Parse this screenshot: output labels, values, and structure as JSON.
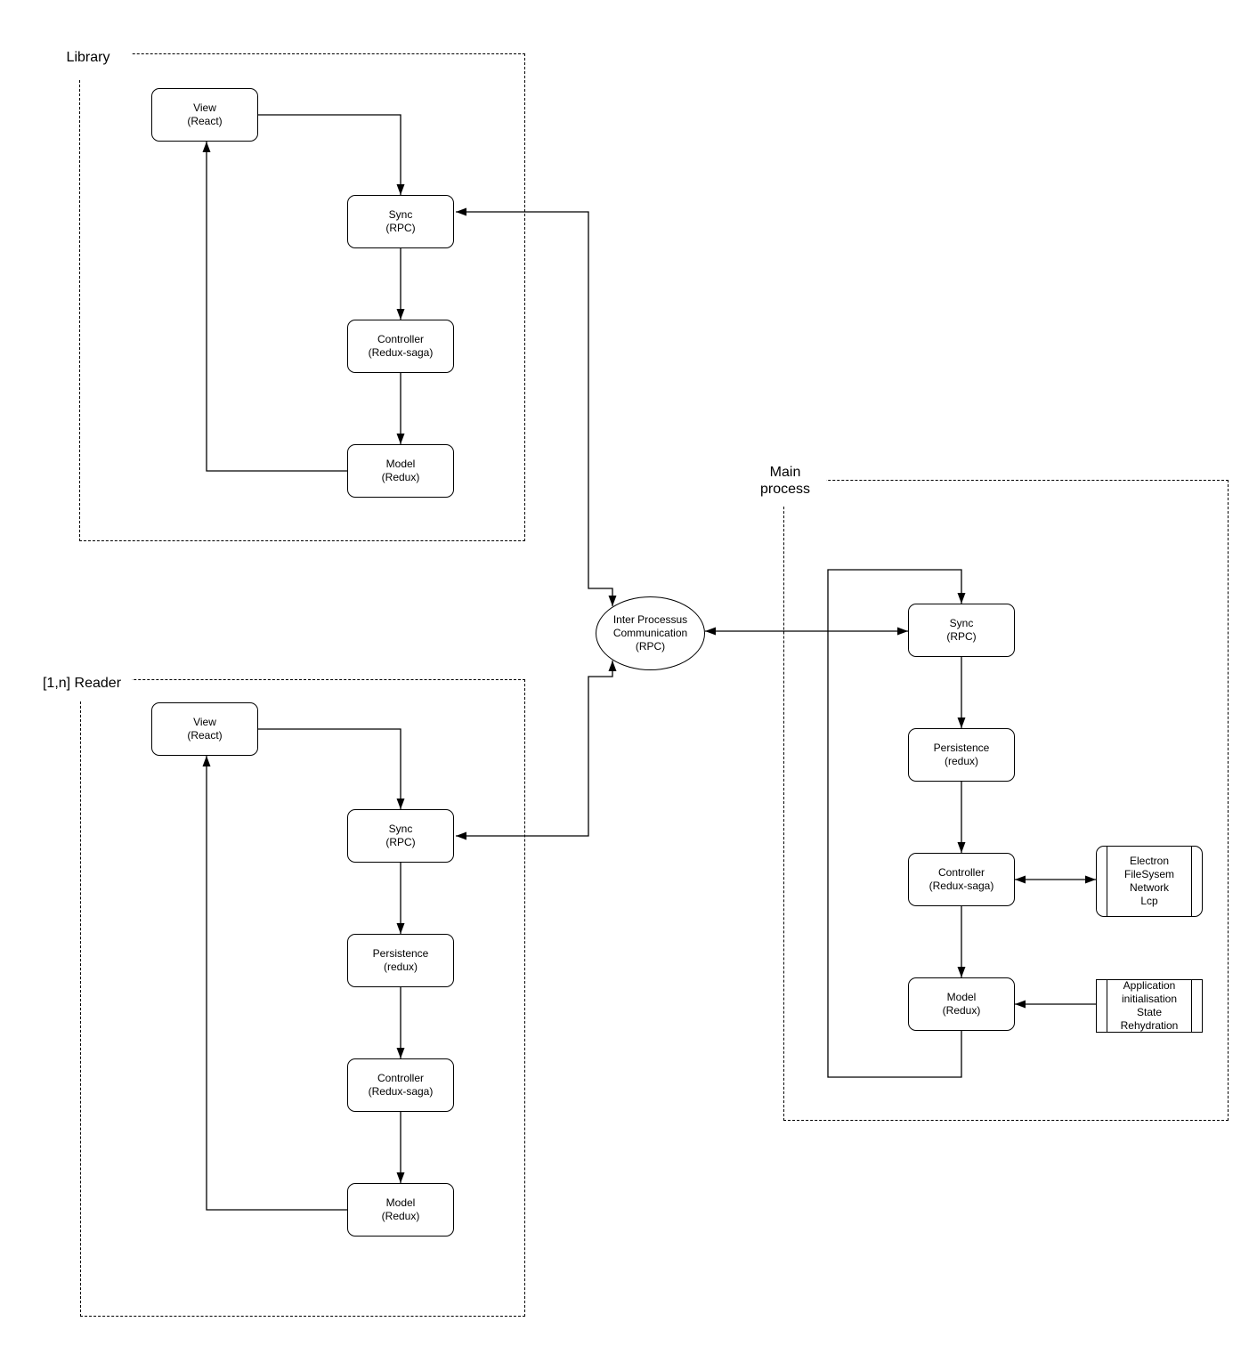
{
  "groups": {
    "library": {
      "label": "Library"
    },
    "reader": {
      "label": "[1,n] Reader"
    },
    "main": {
      "label_line1": "Main",
      "label_line2": "process"
    }
  },
  "ipc": {
    "lines": [
      "Inter Processus",
      "Communication",
      "(RPC)"
    ]
  },
  "library_nodes": {
    "view": {
      "lines": [
        "View",
        "(React)"
      ]
    },
    "sync": {
      "lines": [
        "Sync",
        "(RPC)"
      ]
    },
    "controller": {
      "lines": [
        "Controller",
        "(Redux-saga)"
      ]
    },
    "model": {
      "lines": [
        "Model",
        "(Redux)"
      ]
    }
  },
  "reader_nodes": {
    "view": {
      "lines": [
        "View",
        "(React)"
      ]
    },
    "sync": {
      "lines": [
        "Sync",
        "(RPC)"
      ]
    },
    "persistence": {
      "lines": [
        "Persistence",
        "(redux)"
      ]
    },
    "controller": {
      "lines": [
        "Controller",
        "(Redux-saga)"
      ]
    },
    "model": {
      "lines": [
        "Model",
        "(Redux)"
      ]
    }
  },
  "main_nodes": {
    "sync": {
      "lines": [
        "Sync",
        "(RPC)"
      ]
    },
    "persistence": {
      "lines": [
        "Persistence",
        "(redux)"
      ]
    },
    "controller": {
      "lines": [
        "Controller",
        "(Redux-saga)"
      ]
    },
    "model": {
      "lines": [
        "Model",
        "(Redux)"
      ]
    },
    "electron": {
      "lines": [
        "Electron",
        "FileSysem",
        "Network",
        "Lcp"
      ]
    },
    "app_init": {
      "lines": [
        "Application",
        "initialisation",
        "State",
        "Rehydration"
      ]
    }
  },
  "colors": {
    "stroke": "#000000",
    "fill": "#ffffff"
  }
}
